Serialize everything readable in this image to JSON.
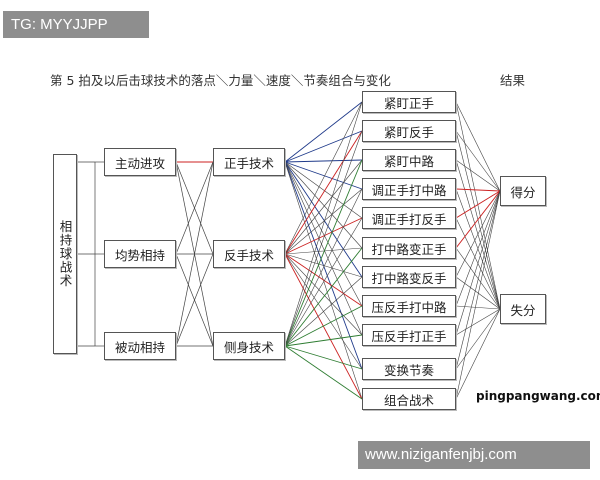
{
  "watermark_top": "TG: MYYJJPP",
  "heading": "第 5 拍及以后击球技术的落点＼力量＼速度＼节奏组合与变化",
  "result_heading": "结果",
  "root": "相持球战术",
  "situations": [
    "主动进攻",
    "均势相持",
    "被动相持"
  ],
  "techniques": [
    "正手技术",
    "反手技术",
    "侧身技术"
  ],
  "placements": [
    "紧盯正手",
    "紧盯反手",
    "紧盯中路",
    "调正手打中路",
    "调正手打反手",
    "打中路变正手",
    "打中路变反手",
    "压反手打中路",
    "压反手打正手",
    "变换节奏",
    "组合战术"
  ],
  "outcomes": [
    "得分",
    "失分"
  ],
  "watermark_site1": "pingpangwang.com",
  "watermark_site2": "www.niziganfenjbj.com",
  "colors": {
    "red": "#cc2222",
    "blue": "#1f3a8a",
    "green": "#2e7d32",
    "line": "#444444"
  }
}
